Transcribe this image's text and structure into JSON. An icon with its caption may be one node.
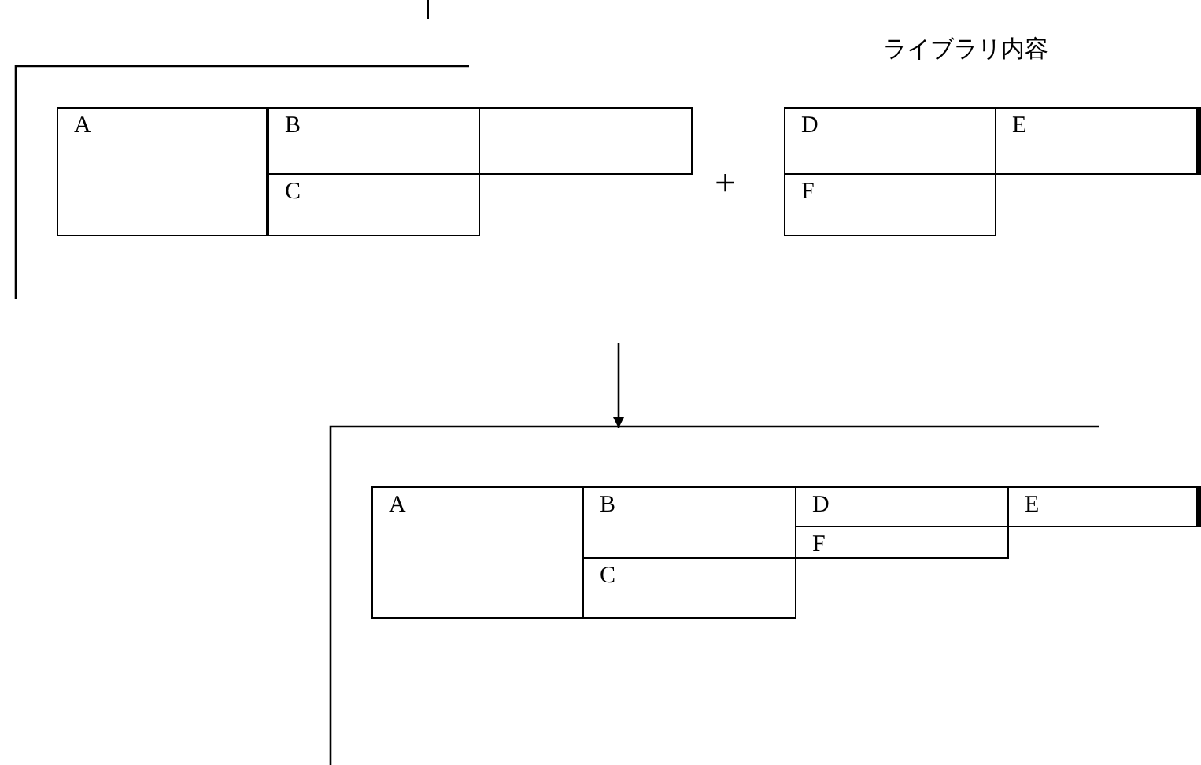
{
  "diagram": {
    "nodes": [
      {
        "text": [
          "A"
        ]
      },
      {
        "text": [
          "B"
        ]
      },
      {
        "text": [
          "C"
        ]
      },
      {
        "text": [],
        "shape": "box"
      },
      {
        "text": [
          "D"
        ]
      },
      {
        "text": [
          "E"
        ]
      },
      {
        "text": [
          "F"
        ]
      },
      {
        "text": [
          "A"
        ]
      },
      {
        "text": [
          "B"
        ]
      },
      {
        "text": [
          "C"
        ]
      },
      {
        "text": [
          "D"
        ]
      },
      {
        "text": [
          "E"
        ]
      },
      {
        "text": [
          "F"
        ]
      }
    ],
    "edges": [],
    "labels": [
      "ライブラリ内容",
      "+"
    ]
  }
}
